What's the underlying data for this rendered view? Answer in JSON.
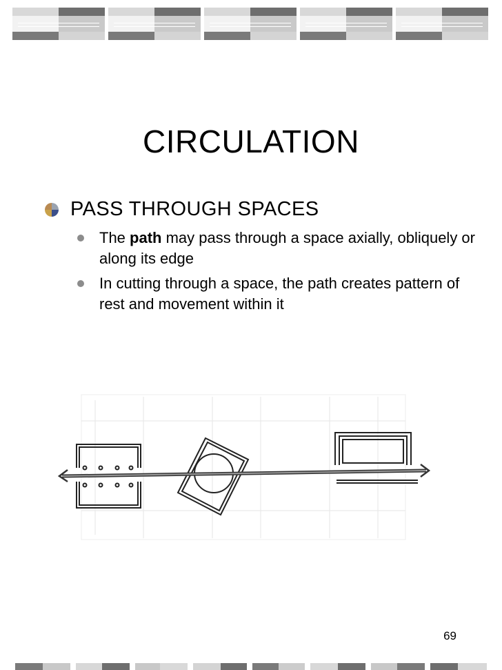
{
  "slide": {
    "title": "CIRCULATION",
    "heading": "PASS THROUGH SPACES",
    "bullets": [
      {
        "before": "The ",
        "bold": "path",
        "after": " may pass through a space axially, obliquely or along its edge"
      },
      {
        "before": "",
        "bold": "",
        "after": "In cutting through a space, the path creates pattern of rest and movement within it"
      }
    ],
    "page_number": "69"
  },
  "icons": {
    "heading_bullet": "quartered-pie-icon",
    "sub_bullet": "gray-dot-icon"
  },
  "colors": {
    "band_dark": "#6e6e6e",
    "band_light": "#d8d8d8",
    "pie_blue": "#3b4f8a",
    "pie_gold": "#c9a24a",
    "pie_gray": "#9aa3b0",
    "pie_tan": "#b98a52"
  }
}
